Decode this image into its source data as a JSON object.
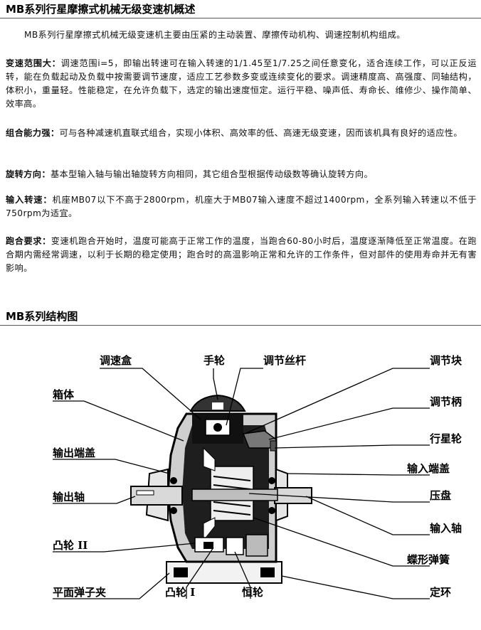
{
  "section1": {
    "title": "MB系列行星摩擦式机械无级变速机概述",
    "intro": "MB系列行星摩擦式机械无级变速机主要由压紧的主动装置、摩擦传动机构、调速控制机构组成。",
    "paragraphs": [
      {
        "heading": "变速范围大：",
        "text": "调速范围i=5，即输出转速可在输入转速的1/1.45至1/7.25之间任意变化，适合连续工作，可以正反运转，能在负载起动及负载中按需要调节速度，适应工艺参数多变或连续变化的要求。调速精度高、高强度、同轴结构，体积小，重量轻。性能稳定，在允许负载下，选定的输出速度恒定。运行平稳、噪声低、寿命长、维修少、操作简单、效率高。"
      },
      {
        "heading": "组合能力强：",
        "text": "可与各种减速机直联式组合，实现小体积、高效率的低、高速无级变速，因而该机具有良好的适应性。"
      },
      {
        "heading": "旋转方向：",
        "text": "基本型输入轴与输出轴旋转方向相同，其它组合型根据传动级数等确认旋转方向。"
      },
      {
        "heading": "输入转速：",
        "text": "机座MB07以下不高于2800rpm，机座大于MB07输入速度不超过1400rpm，全系列输入转速以不低于750rpm为适宜。"
      },
      {
        "heading": "跑合要求：",
        "text": "变速机跑合开始时，温度可能高于正常工作的温度，当跑合60-80小时后，温度逐渐降低至正常温度。在跑合期内需经常调速，以利于长期的稳定使用；跑合时的高温影响正常和允许的工作条件，但对部件的使用寿命并无有害影响。"
      }
    ]
  },
  "section2": {
    "title": "MB系列结构图",
    "labels": {
      "tiaosuhe": "调速盒",
      "shoulun": "手轮",
      "tiaojiesigan": "调节丝杆",
      "tiaojiekuai": "调节块",
      "xiangti": "箱体",
      "tiaojiebing": "调节柄",
      "shuchuduangai": "输出端盖",
      "xingxinglun": "行星轮",
      "shuruduangai": "输入端盖",
      "shuchuzhou": "输出轴",
      "yapan": "压盘",
      "shuruzhou": "输入轴",
      "tulun2": "凸轮 II",
      "diexingtanhuang": "蝶形弹簧",
      "pingmiantanzijia": "平面弹子夹",
      "tulun1": "凸轮 I",
      "henglun": "恒轮",
      "dinghuan": "定环"
    }
  }
}
